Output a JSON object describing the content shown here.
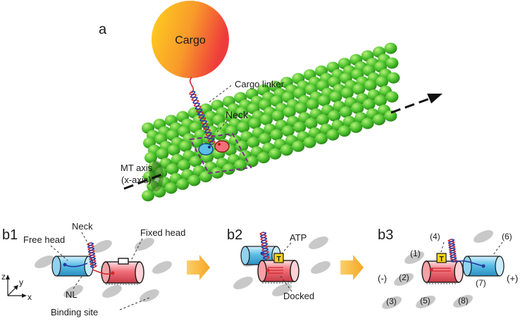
{
  "panels": {
    "a": "a",
    "b1": "b1",
    "b2": "b2",
    "b3": "b3"
  },
  "panel_a": {
    "cargo": "Cargo",
    "cargo_linker": "Cargo linker",
    "neck": "Neck",
    "mt_axis_line1": "MT axis",
    "mt_axis_line2": "(x-axis)"
  },
  "panel_b1": {
    "neck": "Neck",
    "free_head": "Free head",
    "fixed_head": "Fixed head",
    "nl": "NL",
    "binding_site": "Binding site",
    "axis_z": "z",
    "axis_y": "y",
    "axis_x": "x"
  },
  "panel_b2": {
    "atp": "ATP",
    "docked": "Docked",
    "t_badge": "T"
  },
  "panel_b3": {
    "t_badge": "T",
    "minus": "(-)",
    "plus": "(+)",
    "sites": [
      "(1)",
      "(2)",
      "(3)",
      "(4)",
      "(5)",
      "(6)",
      "(7)",
      "(8)"
    ]
  },
  "colors": {
    "microtubule": "#4cc22e",
    "microtubule_highlight": "#a8e86a",
    "cargo_gradient_start": "#ffd21e",
    "cargo_gradient_end": "#f03a3a",
    "free_head": "#5bbfe6",
    "fixed_head": "#f0707a",
    "linker_red": "#d0282e",
    "linker_blue": "#2a3aa0",
    "arrow_orange": "#f5a623",
    "binding_site": "#c8c8c8",
    "neck_box": "#7a2a8a",
    "atp_badge": "#f5d21a"
  }
}
